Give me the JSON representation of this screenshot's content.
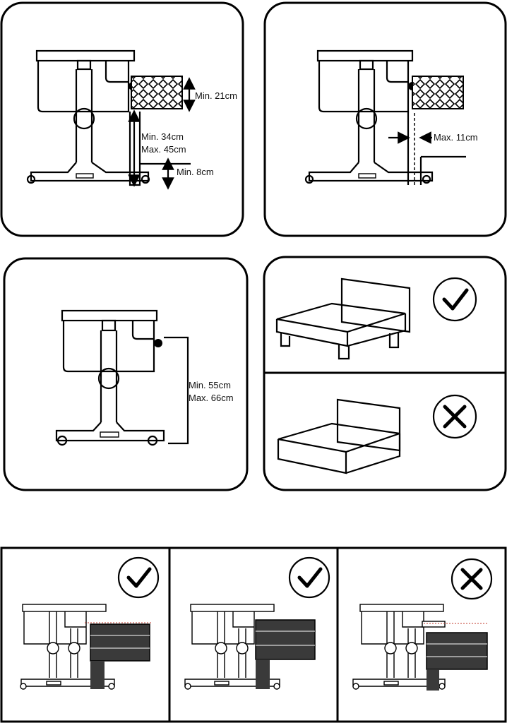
{
  "panels": {
    "mattress_height": {
      "min_height": "Min. 21cm",
      "bed_height_min": "Min. 34cm",
      "bed_height_max": "Max. 45cm",
      "clearance_min": "Min. 8cm"
    },
    "gap": {
      "max_gap": "Max. 11cm"
    },
    "crib_height": {
      "height_min": "Min. 55cm",
      "height_max": "Max. 66cm"
    },
    "bed_types": {
      "correct_mark": "check-icon",
      "wrong_mark": "cross-icon"
    },
    "mattress_level": {
      "marks": [
        "check-icon",
        "check-icon",
        "cross-icon"
      ]
    }
  },
  "colors": {
    "line": "#000000",
    "mattress_fill": "#3a3a3a",
    "level_line": "#c0392b"
  }
}
